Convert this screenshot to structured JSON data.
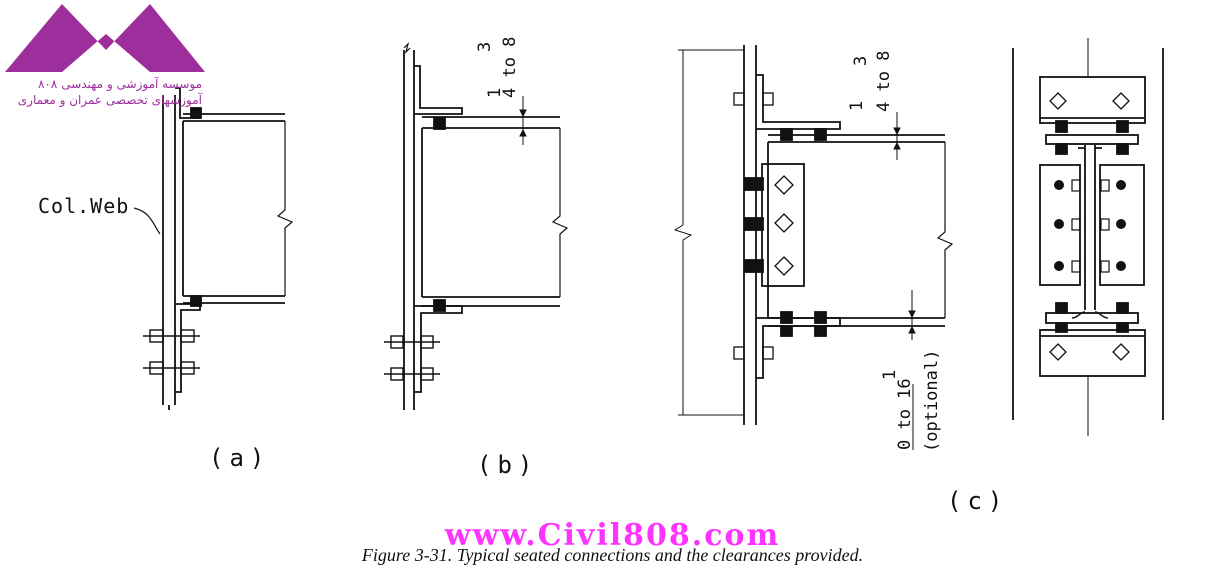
{
  "logo": {
    "line1": "موسسه آموزشی و مهندسی ۸۰۸",
    "line2": "آموزشهای تخصصی عمران و معماری",
    "color": "#9c2f9c"
  },
  "labels": {
    "col_web": "Col.Web",
    "panel_a": "(a)",
    "panel_b": "(b)",
    "panel_c": "(c)"
  },
  "dimensions": {
    "b_top_num": "3",
    "b_top_den": "4 to 8",
    "b_top_lead": "1",
    "c_top_num": "3",
    "c_top_den": "4 to 8",
    "c_top_lead": "1",
    "c_bottom_range": "0 to 16",
    "c_bottom_num": "1",
    "c_bottom_note": "(optional)"
  },
  "watermark": {
    "text": "www.Civil808.com",
    "color": "#ff33ff"
  },
  "caption": "Figure 3-31.  Typical seated connections and the clearances provided."
}
